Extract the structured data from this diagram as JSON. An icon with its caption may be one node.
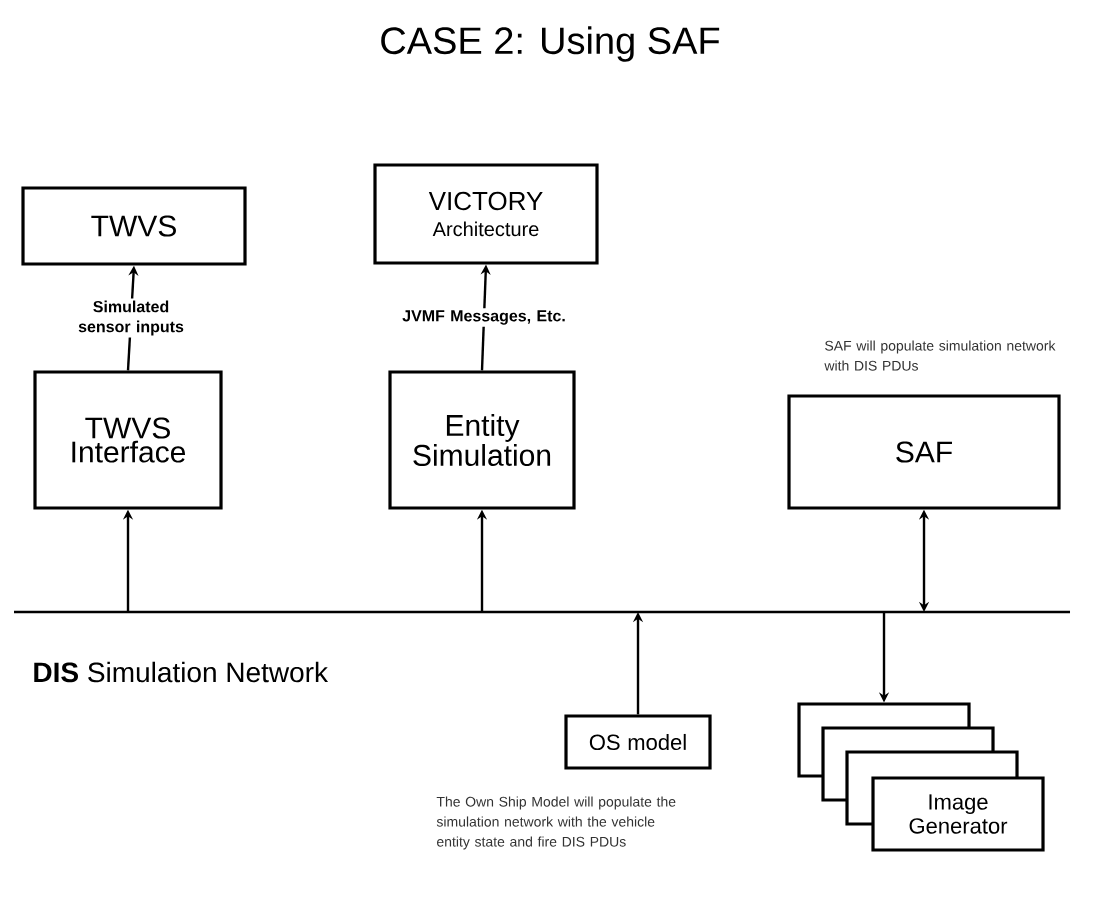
{
  "diagram": {
    "title": "CASE 2: Using SAF",
    "nodes": [
      {
        "text": [
          "TWVS"
        ]
      },
      {
        "text": [
          "VICTORY",
          "Architecture"
        ]
      },
      {
        "text": [
          "TWVS Interface"
        ]
      },
      {
        "text": [
          "Entity Simulation"
        ]
      },
      {
        "text": [
          "SAF"
        ],
        "beside": [
          "SAF will populate simulation network with DIS PDUs"
        ]
      },
      {
        "text": [
          "**DIS** Simulation Network"
        ]
      },
      {
        "text": [
          "OS model"
        ]
      },
      {
        "text": [],
        "shape": "box"
      },
      {
        "text": [],
        "shape": "box"
      },
      {
        "text": [],
        "shape": "box"
      },
      {
        "text": [
          "Image Generator"
        ]
      }
    ],
    "edges": [
      {
        "from": 2,
        "to": 0,
        "arrow": "to",
        "label": "Simulated sensor inputs"
      },
      {
        "from": 3,
        "to": 1,
        "arrow": "to",
        "label": "JVMF Messages, Etc."
      },
      {
        "from": 5,
        "to": 2,
        "arrow": "to"
      },
      {
        "from": 5,
        "to": 3,
        "arrow": "to"
      },
      {
        "from": 6,
        "to": 5,
        "arrow": "to"
      },
      {
        "from": 5,
        "to": 4,
        "arrow": "both"
      },
      {
        "from": 5,
        "to": 7,
        "arrow": "to"
      }
    ],
    "labels": [
      "The Own Ship Model will populate the simulation network with the vehicle entity state and fire DIS PDUs"
    ]
  }
}
